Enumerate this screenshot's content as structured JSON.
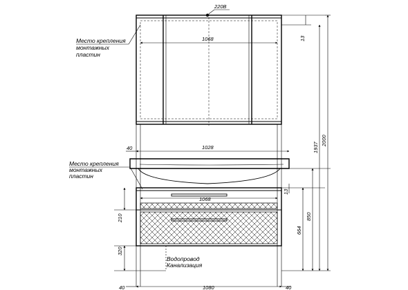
{
  "mirror_cabinet": {
    "power_label": "220В",
    "mount_label": [
      "Место крепления",
      "монтажных",
      "пластин"
    ],
    "width_dim": "1068",
    "top_offset_dim": "13"
  },
  "sink_unit": {
    "mount_label": [
      "Место крепления",
      "монтажных",
      "пластин"
    ],
    "sink_width_dim": "1028",
    "sink_side_dim": "40",
    "cabinet_width_dim": "1068",
    "top_offset_dim": "13",
    "drawer_dim": "210",
    "bottom_dim": "320",
    "height_664": "664",
    "height_850": "850",
    "water_label": "Водопровод",
    "sewer_label": "Канализация",
    "bottom_width_dim": "1080",
    "left_bottom_dim": "40",
    "right_bottom_dim": "40"
  },
  "overall": {
    "height_1937": "1937",
    "height_2000": "2000"
  }
}
